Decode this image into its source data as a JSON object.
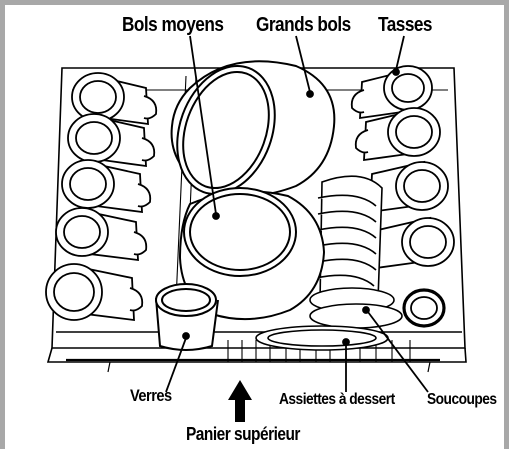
{
  "labels": {
    "medium_bowls": "Bols moyens",
    "large_bowls": "Grands bols",
    "cups": "Tasses",
    "glasses": "Verres",
    "dessert_plates": "Assiettes à dessert",
    "saucers": "Soucoupes",
    "upper_basket": "Panier supérieur"
  },
  "colors": {
    "frame": "#a8a8a8",
    "ink": "#000000",
    "background": "#ffffff"
  }
}
